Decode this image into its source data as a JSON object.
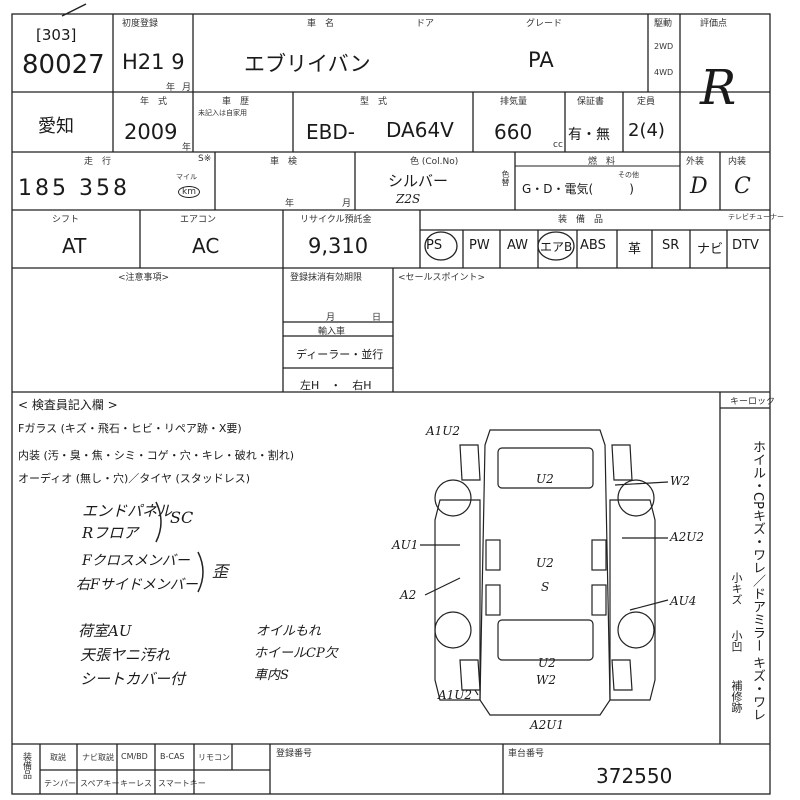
{
  "header": {
    "lot_code": "[303]",
    "lot_number": "80027",
    "label_first_reg": "初度登録",
    "first_reg": "H21 9",
    "year_kanji": "年",
    "month_kanji": "月",
    "label_carname": "車　名",
    "label_door": "ドア",
    "label_grade": "グレード",
    "car_name": "エブリイバン",
    "grade": "PA",
    "label_drive": "駆動",
    "drive_2wd": "2WD",
    "drive_4wd": "4WD",
    "label_rating": "評価点",
    "rating": "R"
  },
  "row2": {
    "region": "愛知",
    "label_year": "年　式",
    "year": "2009",
    "year_unit": "年",
    "label_inspection": "車　歴",
    "inspection_note": "未記入は自家用",
    "label_model": "型　式",
    "model_prefix": "EBD-",
    "model_code": "DA64V",
    "label_displacement": "排気量",
    "displacement": "660",
    "displacement_unit": "cc",
    "label_warranty": "保証書",
    "warranty": "有・無",
    "label_capacity": "定員",
    "capacity": "2(4)"
  },
  "row3": {
    "label_mileage": "走　行",
    "label_mileage_mark": "S※",
    "mileage": "185 358",
    "mileage_unit_mile": "マイル",
    "mileage_unit_km": "km",
    "label_shaken": "車　検",
    "shaken_year": "年",
    "shaken_month": "月",
    "label_color": "色 (Col.No)",
    "color": "シルバー",
    "color_code": "Z2S",
    "label_color_change": "色替",
    "label_fuel": "燃　料",
    "fuel": "G・D・電気(　　　)",
    "fuel_other": "その他",
    "label_exterior": "外装",
    "exterior": "D",
    "label_interior": "内装",
    "interior": "C"
  },
  "row4": {
    "label_shift": "シフト",
    "shift": "AT",
    "label_aircon": "エアコン",
    "aircon": "AC",
    "label_recycle": "リサイクル預託金",
    "recycle": "9,310",
    "label_equipment": "装　備　品",
    "equipment": [
      "PS",
      "PW",
      "AW",
      "エアB",
      "ABS",
      "革",
      "SR",
      "ナビ",
      "DTV"
    ],
    "label_tv": "テレビチューナー"
  },
  "row5": {
    "label_notes": "<注意事項>",
    "label_expiry": "登録抹消有効期限",
    "expiry_month": "月",
    "expiry_day": "日",
    "label_import": "輸入車",
    "dealer": "ディーラー・並行",
    "steering": "左H　・　右H",
    "label_sales": "<セールスポイント>"
  },
  "inspection": {
    "title": "< 検査員記入欄 >",
    "glass_line": "Fガラス (キズ・飛石・ヒビ・リペア跡・X要)",
    "interior_line": "内装 (汚・臭・焦・シミ・コゲ・穴・キレ・破れ・割れ)",
    "audio_line": "オーディオ (無し・穴)／タイヤ (スタッドレス)",
    "notes_group1": [
      "エンドパネル",
      "Rフロア"
    ],
    "notes_group1_tag": "SC",
    "notes_group2": [
      "Fクロスメンバー",
      "右Fサイドメンバー"
    ],
    "notes_group2_tag": "歪",
    "notes_group3": [
      "荷室AU",
      "天張ヤニ汚れ",
      "シートカバー付"
    ],
    "notes_group4": [
      "オイルもれ",
      "ホイールCP欠",
      "車内S"
    ],
    "key_label": "キーロック",
    "side_text": "ホイル・CPキズ・ワレ／ドアミラー キズ・ワレ",
    "side_small": [
      "小キズ",
      "小凹",
      "補修跡"
    ]
  },
  "diagram": {
    "marks": [
      "A1U2",
      "U2",
      "W2",
      "AU1",
      "A2U2",
      "U2",
      "S",
      "A2",
      "AU4",
      "U2",
      "W2",
      "A1U2",
      "A2U1"
    ]
  },
  "footer": {
    "label_equip_col": "装備品",
    "items_row1": [
      "取説",
      "ナビ取説",
      "CM/BD",
      "B-CAS",
      "リモコン"
    ],
    "items_row2": [
      "テンパー",
      "スペアキー",
      "キーレス",
      "スマートキー"
    ],
    "label_reg_no": "登録番号",
    "label_chassis": "車台番号",
    "chassis": "372550"
  }
}
